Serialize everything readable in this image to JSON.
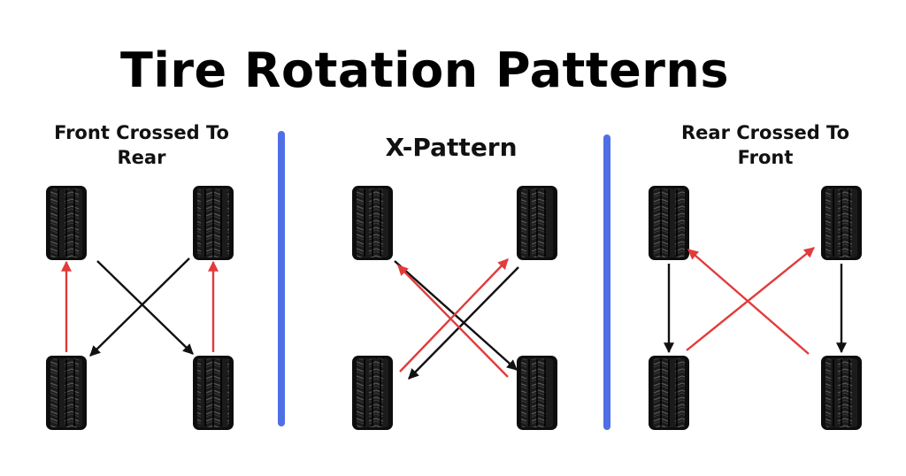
{
  "title": "Tire Rotation Patterns",
  "divider_color": "#4f6fe6",
  "arrow_colors": {
    "red": "#e23b3b",
    "black": "#111111"
  },
  "panels": [
    {
      "title_line1": "Front Crossed To",
      "title_line2": "Rear"
    },
    {
      "title_line1": "X-Pattern",
      "title_line2": ""
    },
    {
      "title_line1": "Rear Crossed To",
      "title_line2": "Front"
    }
  ]
}
